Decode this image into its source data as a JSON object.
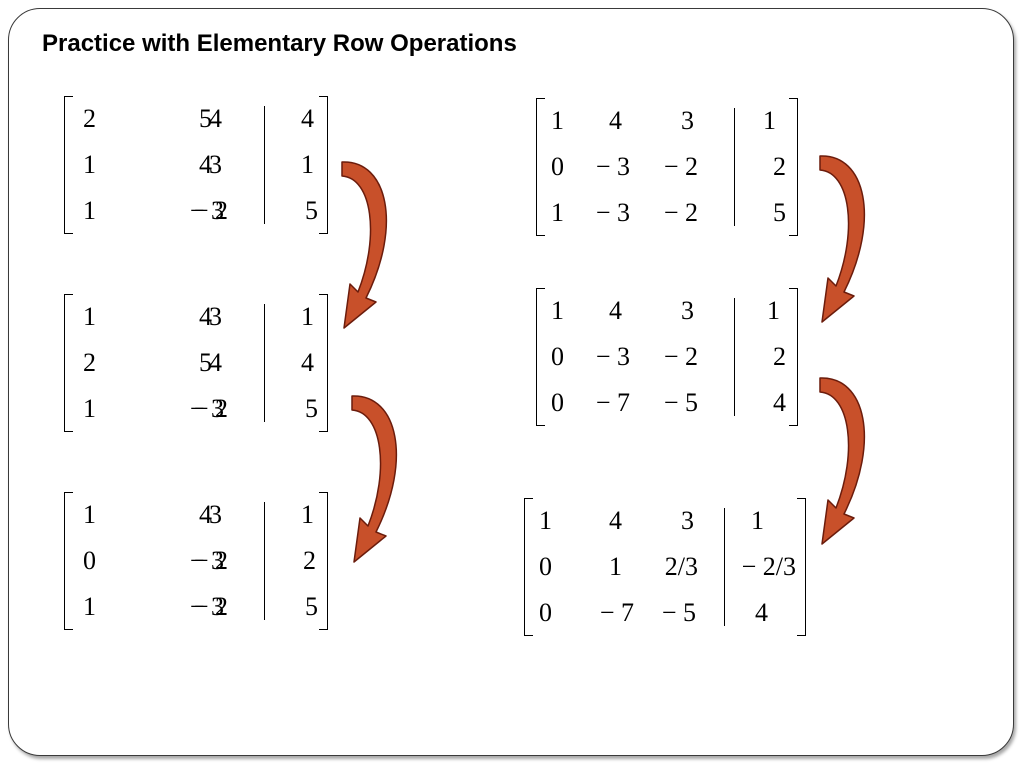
{
  "slide": {
    "title": "Practice with Elementary Row Operations"
  },
  "matrices": [
    {
      "rows": [
        [
          "2",
          "5",
          "4",
          "4"
        ],
        [
          "1",
          "4",
          "3",
          "1"
        ],
        [
          "1",
          "− 3",
          "− 2",
          "5"
        ]
      ]
    },
    {
      "rows": [
        [
          "1",
          "4",
          "3",
          "1"
        ],
        [
          "2",
          "5",
          "4",
          "4"
        ],
        [
          "1",
          "− 3",
          "− 2",
          "5"
        ]
      ]
    },
    {
      "rows": [
        [
          "1",
          "4",
          "3",
          "1"
        ],
        [
          "0",
          "− 3",
          "− 2",
          "2"
        ],
        [
          "1",
          "− 3",
          "− 2",
          "5"
        ]
      ]
    },
    {
      "rows": [
        [
          "1",
          "4",
          "3",
          "1"
        ],
        [
          "0",
          "− 3",
          "− 2",
          "2"
        ],
        [
          "1",
          "− 3",
          "− 2",
          "5"
        ]
      ]
    },
    {
      "rows": [
        [
          "1",
          "4",
          "3",
          "1"
        ],
        [
          "0",
          "− 3",
          "− 2",
          "2"
        ],
        [
          "0",
          "− 7",
          "− 5",
          "4"
        ]
      ]
    },
    {
      "rows": [
        [
          "1",
          "4",
          "3",
          "1"
        ],
        [
          "0",
          "1",
          "2/3",
          "− 2/3"
        ],
        [
          "0",
          "− 7",
          "− 5",
          "4"
        ]
      ]
    }
  ],
  "colors": {
    "arrow_fill": "#c8502a",
    "arrow_stroke": "#6b1c0c",
    "frame": "#3a3a3a"
  },
  "icons": {
    "arrow": "curved-down-arrow-icon"
  }
}
